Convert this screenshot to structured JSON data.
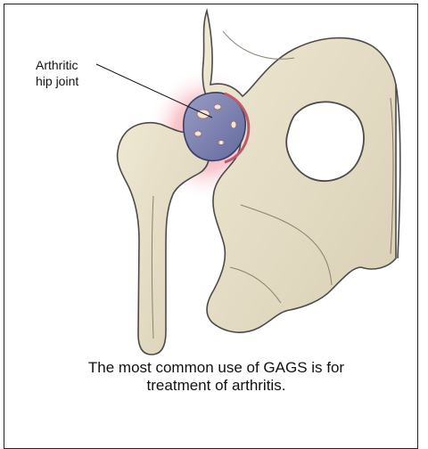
{
  "diagram": {
    "label_line1": "Arthritic",
    "label_line2": "hip joint",
    "caption_line1": "The most common use of GAGS is for",
    "caption_line2": "treatment of arthritis."
  },
  "colors": {
    "bone_fill": "#e8e0c8",
    "bone_outline": "#4a4a4a",
    "joint_fill": "#7d82b0",
    "inflammation": "#e86a7a"
  }
}
